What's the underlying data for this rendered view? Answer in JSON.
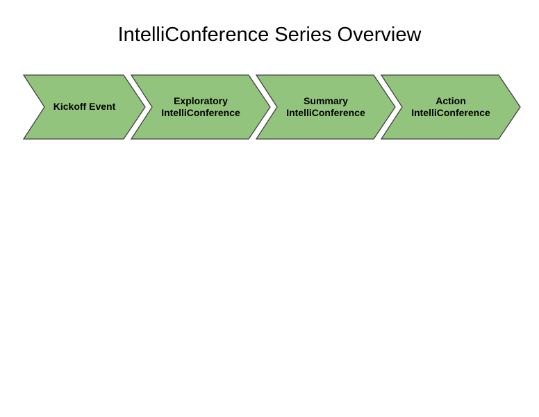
{
  "slide": {
    "title": "IntelliConference Series Overview"
  },
  "process_flow": {
    "steps": [
      {
        "label": "Kickoff Event"
      },
      {
        "label": "Exploratory\nIntelliConference"
      },
      {
        "label": "Summary\nIntelliConference"
      },
      {
        "label": "Action\nIntelliConference"
      }
    ]
  },
  "colors": {
    "background": "#FFFFFF",
    "arrow_fill": "#93C47D",
    "arrow_border": "#404040",
    "title_color": "#000000",
    "label_color": "#000000"
  }
}
